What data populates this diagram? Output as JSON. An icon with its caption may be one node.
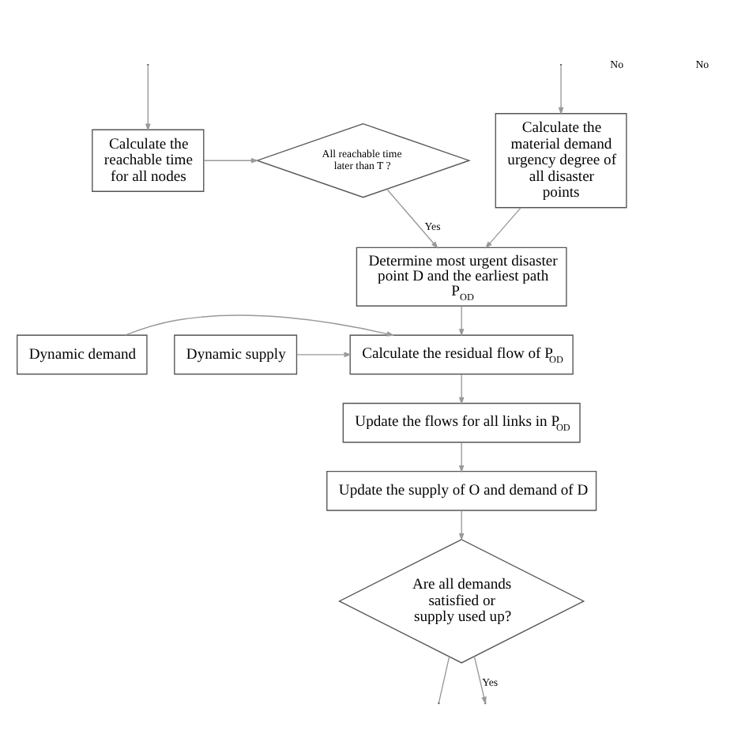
{
  "diagram": {
    "nodes": [
      {
        "text": [
          "Calculate the material demand urgency degree of all disaster points"
        ]
      },
      {
        "text": [
          "Calculate the reachable time for all nodes"
        ]
      },
      {
        "text": [
          "All reachable time later than T ?"
        ]
      },
      {
        "text": [
          "Determine most urgent disaster point D and the earliest path P$_{OD}$"
        ]
      },
      {
        "text": [
          "Calculate the residual flow of P$_{OD}$"
        ]
      },
      {
        "text": [
          "Dynamic demand"
        ]
      },
      {
        "text": [
          "Dynamic supply"
        ]
      },
      {
        "text": [
          "Update the flows for all links in P$_{OD}$"
        ]
      },
      {
        "text": [
          "Update the supply of O and demand of D"
        ]
      },
      {
        "text": [
          "Are all demands satisfied or supply used up?"
        ]
      }
    ],
    "edges": [
      {
        "from": null,
        "to": 0,
        "arrow": "to"
      },
      {
        "from": null,
        "to": 1,
        "arrow": "to"
      },
      {
        "from": 1,
        "to": 2,
        "arrow": "to"
      },
      {
        "from": 0,
        "to": 3,
        "arrow": "to"
      },
      {
        "from": 2,
        "to": 3,
        "arrow": "to",
        "label": "Yes"
      },
      {
        "from": 3,
        "to": 4,
        "arrow": "to"
      },
      {
        "from": 5,
        "to": 4,
        "arrow": "to"
      },
      {
        "from": 6,
        "to": 4,
        "arrow": "to"
      },
      {
        "from": 4,
        "to": 7,
        "arrow": "to"
      },
      {
        "from": 7,
        "to": 8,
        "arrow": "to"
      },
      {
        "from": 8,
        "to": 9,
        "arrow": "to"
      },
      {
        "from": 9,
        "to": null,
        "arrow": "none"
      },
      {
        "from": 9,
        "to": null,
        "arrow": "to",
        "label": "Yes"
      }
    ],
    "labels": [
      "No",
      "No"
    ]
  }
}
